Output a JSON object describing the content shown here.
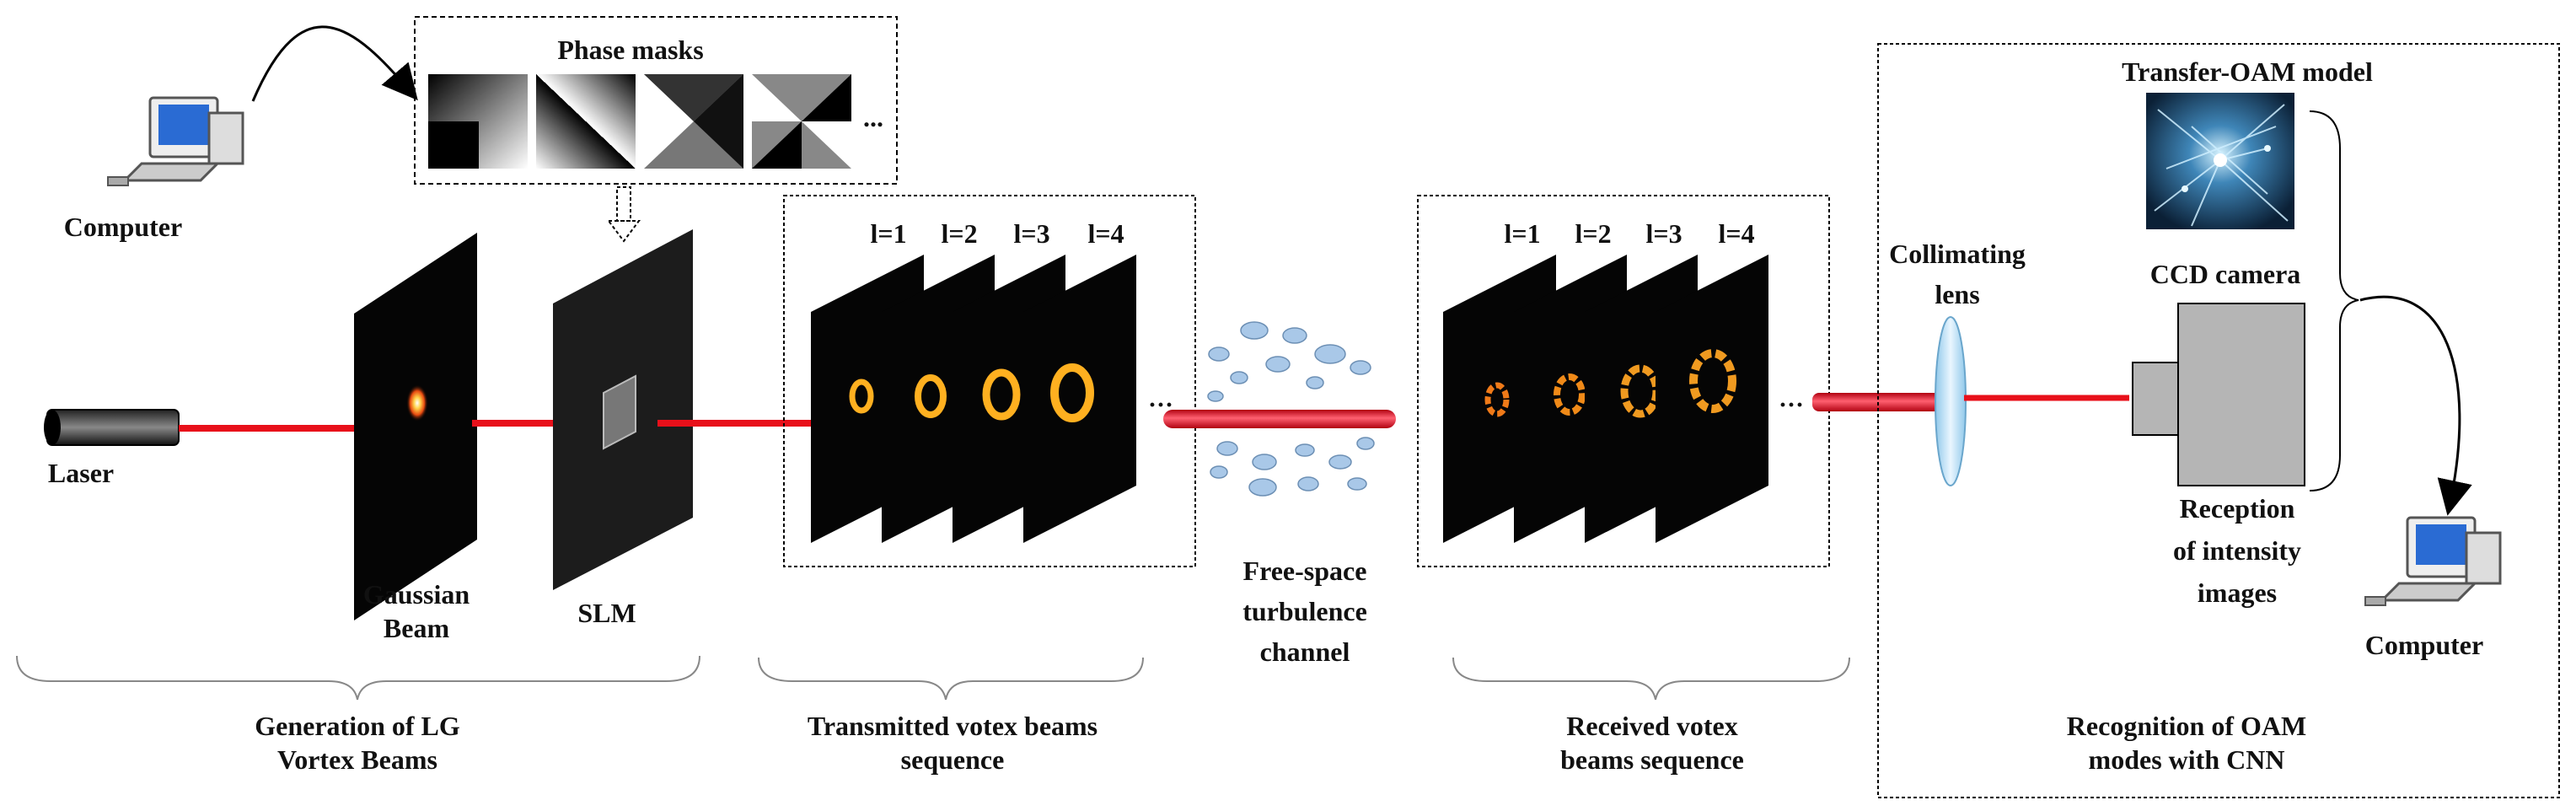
{
  "phase_masks": {
    "title": "Phase masks",
    "ellipsis": "..."
  },
  "left_computer_label": "Computer",
  "laser_label": "Laser",
  "gaussian_label": [
    "Gaussian",
    "Beam"
  ],
  "slm_label": "SLM",
  "generation_label": [
    "Generation of LG",
    "Vortex Beams"
  ],
  "transmitted": {
    "modes": [
      "l=1",
      "l=2",
      "l=3",
      "l=4"
    ],
    "caption": [
      "Transmitted votex beams",
      "sequence"
    ]
  },
  "turbulence_label": [
    "Free-space",
    "turbulence",
    "channel"
  ],
  "received": {
    "modes": [
      "l=1",
      "l=2",
      "l=3",
      "l=4"
    ],
    "caption": [
      "Received votex",
      "beams sequence"
    ]
  },
  "collimating_label": [
    "Collimating",
    "lens"
  ],
  "recognition": {
    "model_title": "Transfer-OAM model",
    "ccd_label": "CCD camera",
    "reception_label": [
      "Reception",
      "of intensity",
      "images"
    ],
    "computer_label": "Computer",
    "caption": [
      "Recognition of OAM",
      "modes with CNN"
    ]
  },
  "colors": {
    "beam": "#e8101a",
    "ring": "#ffb020",
    "lens": "#bfe3f7",
    "bubble": "#a9c8e8",
    "camera": "#b5b5b5"
  },
  "icons": [
    "computer-icon",
    "camera-icon",
    "neural-network-image",
    "lens-icon",
    "laser-icon"
  ]
}
